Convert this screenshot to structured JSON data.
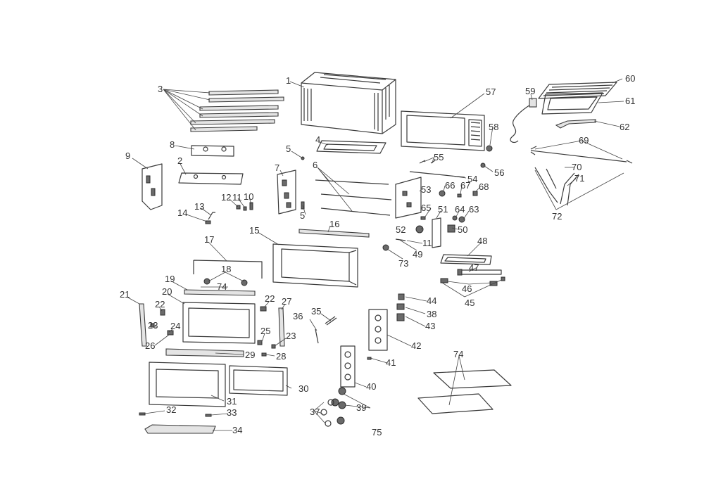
{
  "callouts": [
    {
      "label": "1"
    },
    {
      "label": "2"
    },
    {
      "label": "3"
    },
    {
      "label": "4"
    },
    {
      "label": "5"
    },
    {
      "label": "5"
    },
    {
      "label": "6"
    },
    {
      "label": "7"
    },
    {
      "label": "8"
    },
    {
      "label": "9"
    },
    {
      "label": "10"
    },
    {
      "label": "11"
    },
    {
      "label": "11"
    },
    {
      "label": "12"
    },
    {
      "label": "13"
    },
    {
      "label": "14"
    },
    {
      "label": "15"
    },
    {
      "label": "16"
    },
    {
      "label": "17"
    },
    {
      "label": "18"
    },
    {
      "label": "19"
    },
    {
      "label": "20"
    },
    {
      "label": "21"
    },
    {
      "label": "22"
    },
    {
      "label": "22"
    },
    {
      "label": "23"
    },
    {
      "label": "23"
    },
    {
      "label": "24"
    },
    {
      "label": "25"
    },
    {
      "label": "26"
    },
    {
      "label": "27"
    },
    {
      "label": "28"
    },
    {
      "label": "29"
    },
    {
      "label": "30"
    },
    {
      "label": "31"
    },
    {
      "label": "32"
    },
    {
      "label": "33"
    },
    {
      "label": "34"
    },
    {
      "label": "35"
    },
    {
      "label": "36"
    },
    {
      "label": "37"
    },
    {
      "label": "38"
    },
    {
      "label": "39"
    },
    {
      "label": "40"
    },
    {
      "label": "41"
    },
    {
      "label": "42"
    },
    {
      "label": "43"
    },
    {
      "label": "44"
    },
    {
      "label": "45"
    },
    {
      "label": "46"
    },
    {
      "label": "47"
    },
    {
      "label": "48"
    },
    {
      "label": "49"
    },
    {
      "label": "50"
    },
    {
      "label": "51"
    },
    {
      "label": "52"
    },
    {
      "label": "53"
    },
    {
      "label": "54"
    },
    {
      "label": "55"
    },
    {
      "label": "56"
    },
    {
      "label": "57"
    },
    {
      "label": "58"
    },
    {
      "label": "59"
    },
    {
      "label": "60"
    },
    {
      "label": "61"
    },
    {
      "label": "62"
    },
    {
      "label": "63"
    },
    {
      "label": "64"
    },
    {
      "label": "65"
    },
    {
      "label": "66"
    },
    {
      "label": "67"
    },
    {
      "label": "68"
    },
    {
      "label": "69"
    },
    {
      "label": "70"
    },
    {
      "label": "71"
    },
    {
      "label": "72"
    },
    {
      "label": "73"
    },
    {
      "label": "74"
    },
    {
      "label": "74"
    },
    {
      "label": "75"
    }
  ]
}
